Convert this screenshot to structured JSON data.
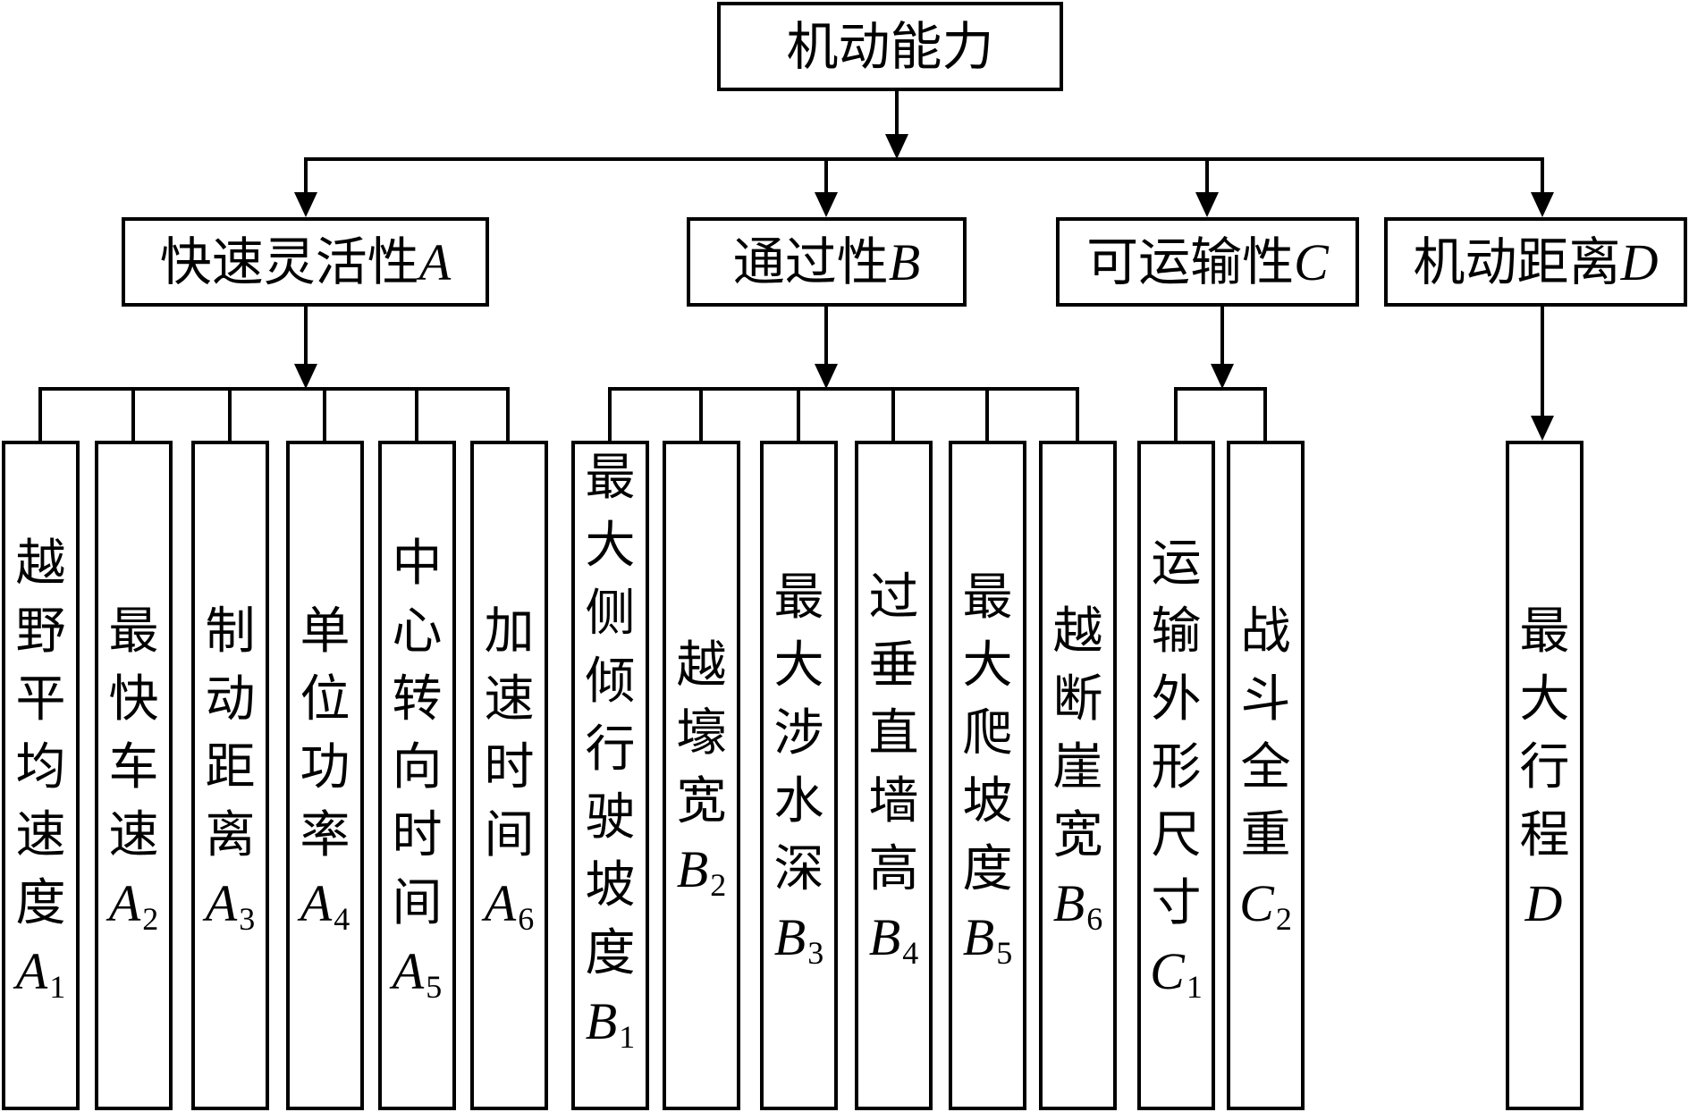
{
  "root": {
    "label": "机动能力"
  },
  "categories": [
    {
      "name": "快速灵活性",
      "code": "A"
    },
    {
      "name": "通过性",
      "code": "B"
    },
    {
      "name": "可运输性",
      "code": "C"
    },
    {
      "name": "机动距离",
      "code": "D"
    }
  ],
  "indicators": [
    {
      "name": "越野平均速度",
      "code": "A",
      "sub": "1"
    },
    {
      "name": "最快车速",
      "code": "A",
      "sub": "2"
    },
    {
      "name": "制动距离",
      "code": "A",
      "sub": "3"
    },
    {
      "name": "单位功率",
      "code": "A",
      "sub": "4"
    },
    {
      "name": "中心转向时间",
      "code": "A",
      "sub": "5"
    },
    {
      "name": "加速时间",
      "code": "A",
      "sub": "6"
    },
    {
      "name": "最大侧倾行驶坡度",
      "code": "B",
      "sub": "1"
    },
    {
      "name": "越壕宽",
      "code": "B",
      "sub": "2"
    },
    {
      "name": "最大涉水深",
      "code": "B",
      "sub": "3"
    },
    {
      "name": "过垂直墙高",
      "code": "B",
      "sub": "4"
    },
    {
      "name": "最大爬坡度",
      "code": "B",
      "sub": "5"
    },
    {
      "name": "越断崖宽",
      "code": "B",
      "sub": "6"
    },
    {
      "name": "运输外形尺寸",
      "code": "C",
      "sub": "1"
    },
    {
      "name": "战斗全重",
      "code": "C",
      "sub": "2"
    },
    {
      "name": "最大行程",
      "code": "D",
      "sub": ""
    }
  ]
}
